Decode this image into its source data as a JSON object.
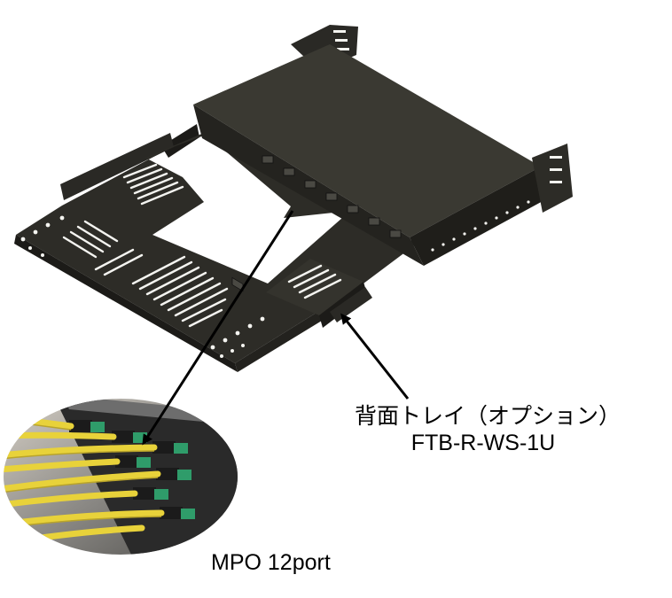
{
  "labels": {
    "tray_name": "背面トレイ（オプション）",
    "tray_model": "FTB-R-WS-1U",
    "connector": "MPO 12port"
  },
  "colors": {
    "background": "#ffffff",
    "chassis": "#2d2c27",
    "chassis_top": "#3a3932",
    "chassis_dark": "#1c1b18",
    "slot": "#f4f4f0",
    "fiber": "#e8d23a",
    "connector": "#1b1b1b",
    "boot": "#2f9c6a",
    "arrow": "#000000"
  },
  "icons": {
    "pointer": "arrow-icon",
    "photo": "fiber-connector-photo"
  }
}
